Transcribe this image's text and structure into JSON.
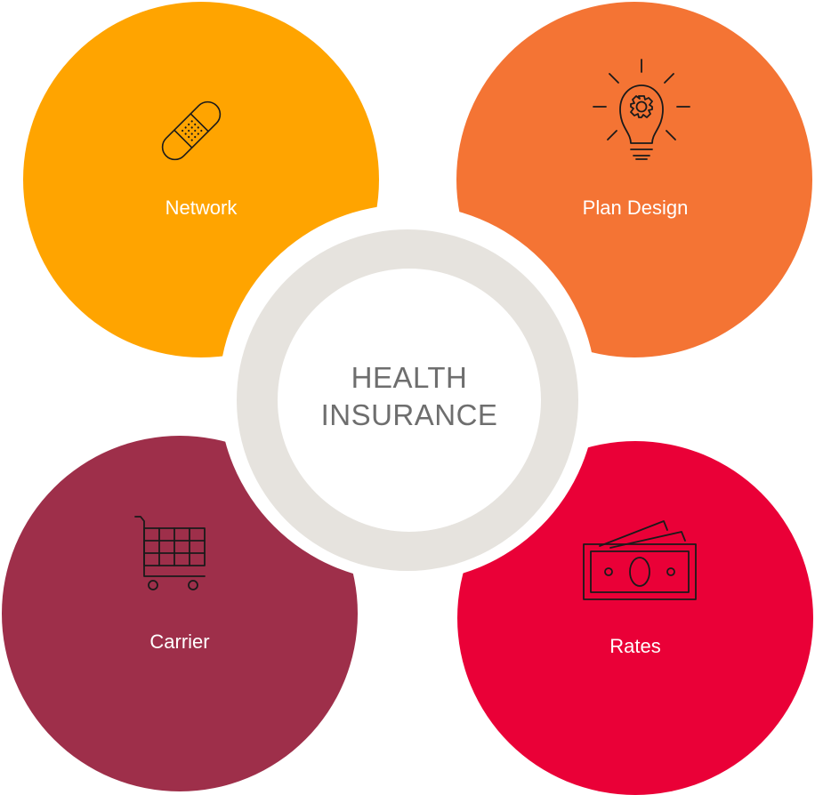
{
  "hub": {
    "line1": "HEALTH",
    "line2": "INSURANCE"
  },
  "nodes": [
    {
      "label": "Network",
      "icon": "bandage-icon",
      "color": "#FFA400"
    },
    {
      "label": "Plan Design",
      "icon": "lightbulb-gear-icon",
      "color": "#F47434"
    },
    {
      "label": "Carrier",
      "icon": "shopping-cart-icon",
      "color": "#9E2F4A"
    },
    {
      "label": "Rates",
      "icon": "money-bills-icon",
      "color": "#EA0037"
    }
  ],
  "colors": {
    "hub_ring": "#E6E3DE",
    "hub_text": "#6E6E6E",
    "icon_stroke": "#1A1A1A",
    "label_text": "#FFFFFF"
  }
}
